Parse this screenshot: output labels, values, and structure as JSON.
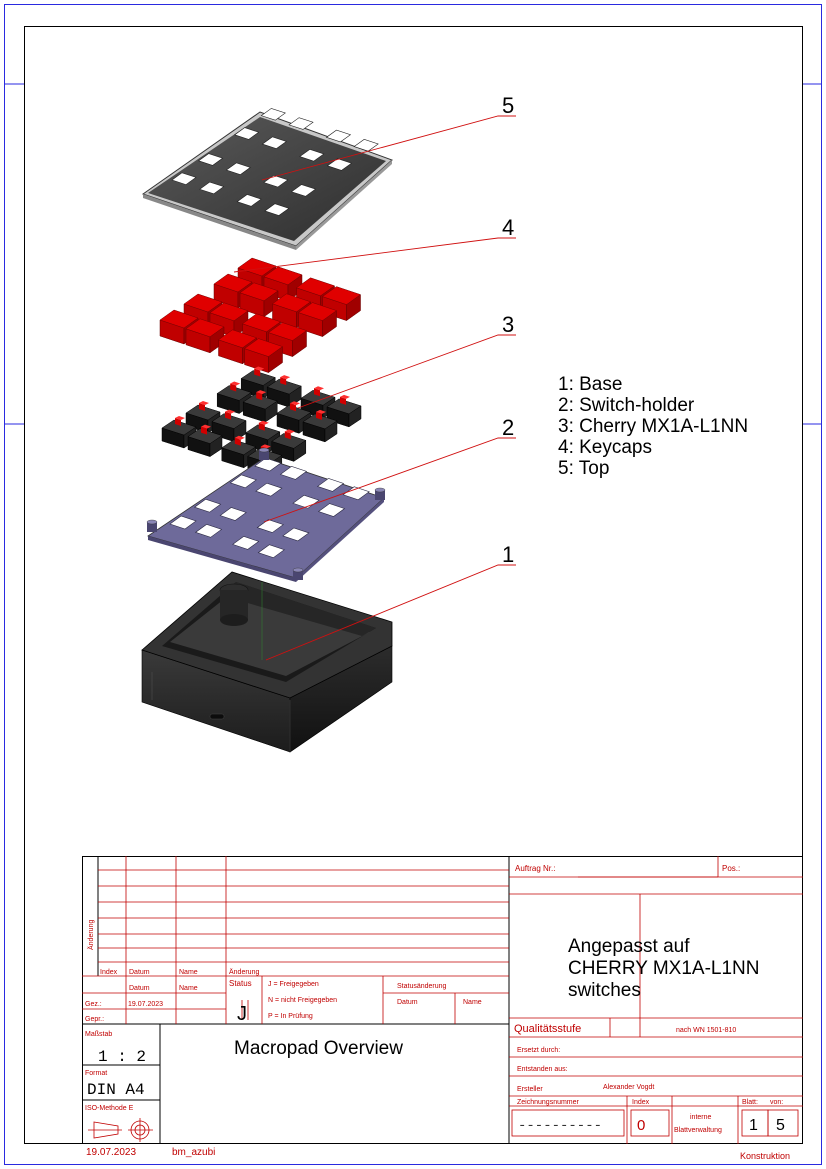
{
  "legend": [
    "1: Base",
    "2: Switch-holder",
    "3: Cherry MX1A-L1NN",
    "4: Keycaps",
    "5: Top"
  ],
  "callouts": [
    "1",
    "2",
    "3",
    "4",
    "5"
  ],
  "title_block": {
    "order_label": "Auftrag Nr.:",
    "pos_label": "Pos.:",
    "note_lines": [
      "Angepasst auf",
      "CHERRY MX1A-L1NN",
      "switches"
    ],
    "change_label": "Änderung",
    "col_index": "Index",
    "col_date": "Datum",
    "col_name": "Name",
    "col_change": "Änderung",
    "row_date": "Datum",
    "row_name": "Name",
    "drawn_label": "Gez.:",
    "drawn_date": "19.07.2023",
    "checked_label": "Gepr.:",
    "status_label": "Status",
    "status_value": "J",
    "status_j": "J = Freigegeben",
    "status_n": "N = nicht Freigegeben",
    "status_p": "P = In Prüfung",
    "status_change": "Statusänderung",
    "status_date": "Datum",
    "status_name": "Name",
    "quality_label": "Qualitätsstufe",
    "quality_standard": "nach WN 1501-810",
    "replaced_by": "Ersetzt durch:",
    "derived_from": "Entstanden aus:",
    "creator_label": "Ersteller",
    "creator_name": "Alexander Vogdt",
    "drawing_number_label": "Zeichnungsnummer",
    "drawing_number": "----------",
    "index_label": "Index",
    "index_value": "0",
    "internal_admin_1": "interne",
    "internal_admin_2": "Blattverwaltung",
    "sheet_label": "Blatt:",
    "of_label": "von:",
    "sheet_value": "1",
    "sheet_total": "5",
    "scale_label": "Maßstab",
    "scale_value": "1 : 2",
    "format_label": "Format",
    "format_value": "DIN A4",
    "iso_label": "ISO-Methode E",
    "title": "Macropad Overview",
    "footer_date": "19.07.2023",
    "footer_user": "bm_azubi",
    "footer_dept": "Konstruktion"
  },
  "colors": {
    "frame": "#000000",
    "sheet_border": "#2a2ae0",
    "table_lines": "#c00000",
    "leader": "#d01010",
    "keycap": "#e00000",
    "switch": "#1a1a1a",
    "holder": "#6e6a9a",
    "base": "#2b2b2b"
  }
}
